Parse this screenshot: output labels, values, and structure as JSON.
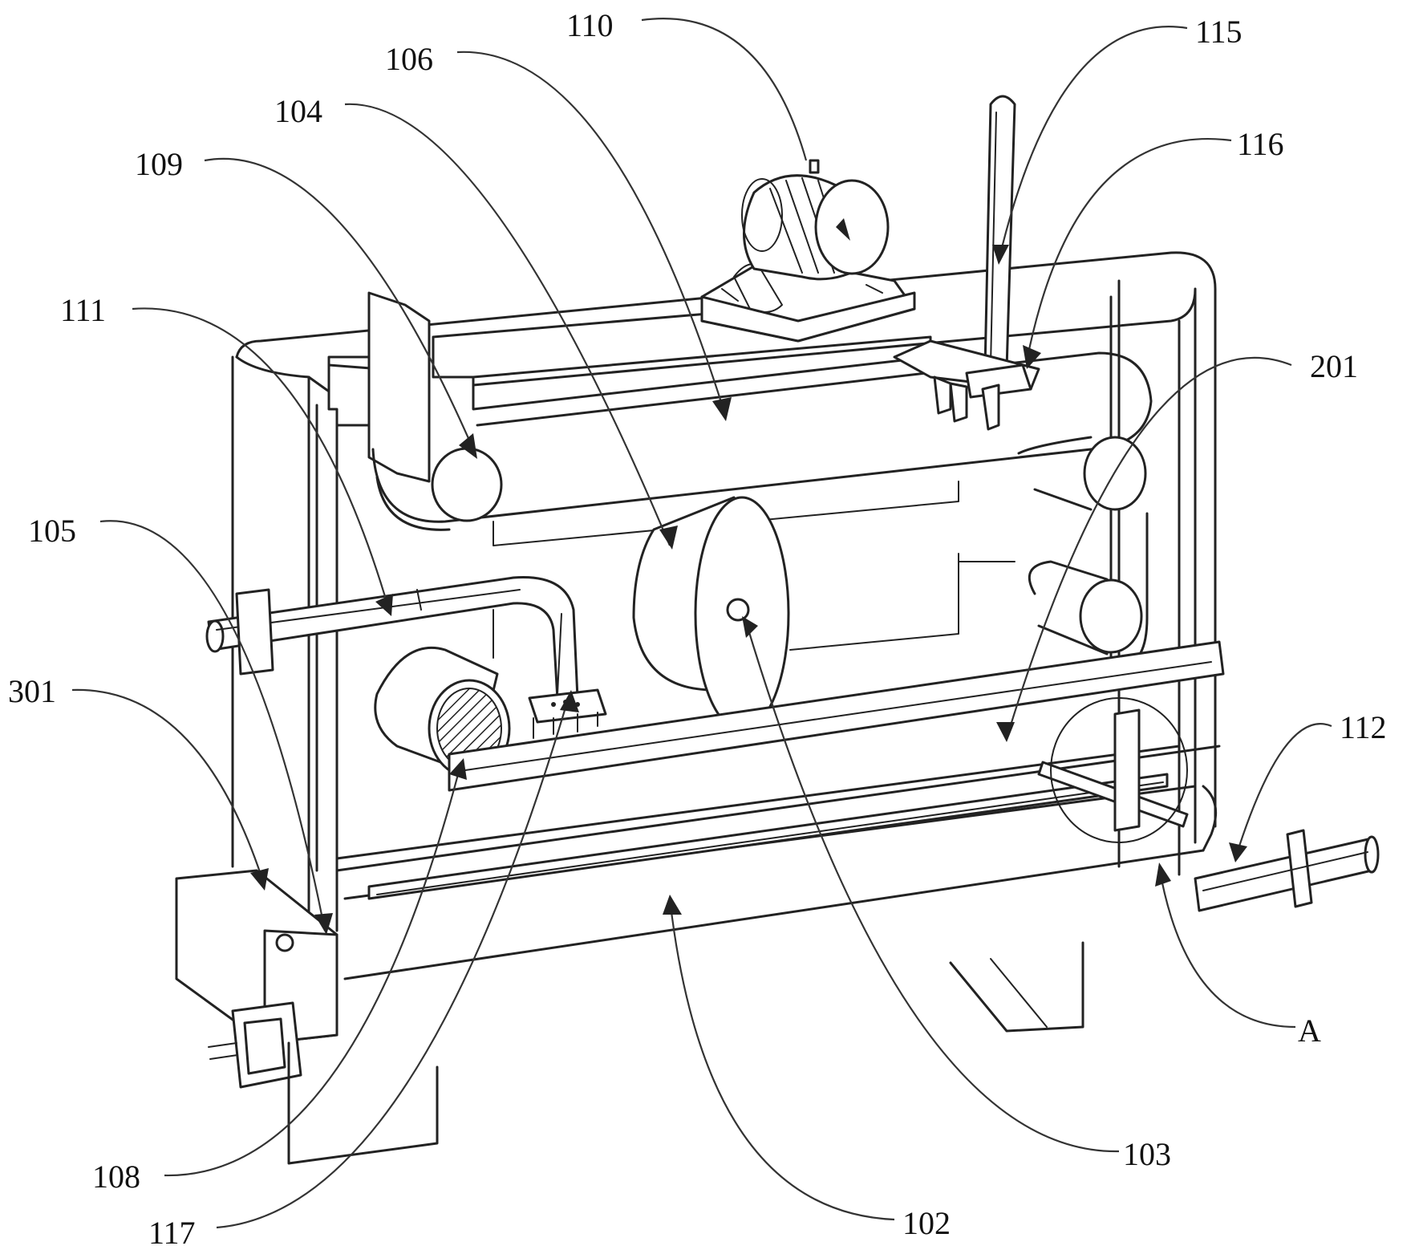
{
  "figure": {
    "title": "Mechanical assembly perspective view",
    "callouts": [
      {
        "id": "c110",
        "text": "110"
      },
      {
        "id": "c106",
        "text": "106"
      },
      {
        "id": "c104",
        "text": "104"
      },
      {
        "id": "c109",
        "text": "109"
      },
      {
        "id": "c111",
        "text": "111"
      },
      {
        "id": "c105",
        "text": "105"
      },
      {
        "id": "c301",
        "text": "301"
      },
      {
        "id": "c115",
        "text": "115"
      },
      {
        "id": "c116",
        "text": "116"
      },
      {
        "id": "c201",
        "text": "201"
      },
      {
        "id": "c112",
        "text": "112"
      },
      {
        "id": "cA",
        "text": "A"
      },
      {
        "id": "c103",
        "text": "103"
      },
      {
        "id": "c102",
        "text": "102"
      },
      {
        "id": "c108",
        "text": "108"
      },
      {
        "id": "c117",
        "text": "117"
      }
    ]
  },
  "colors": {
    "line": "#222222",
    "background": "#ffffff"
  }
}
